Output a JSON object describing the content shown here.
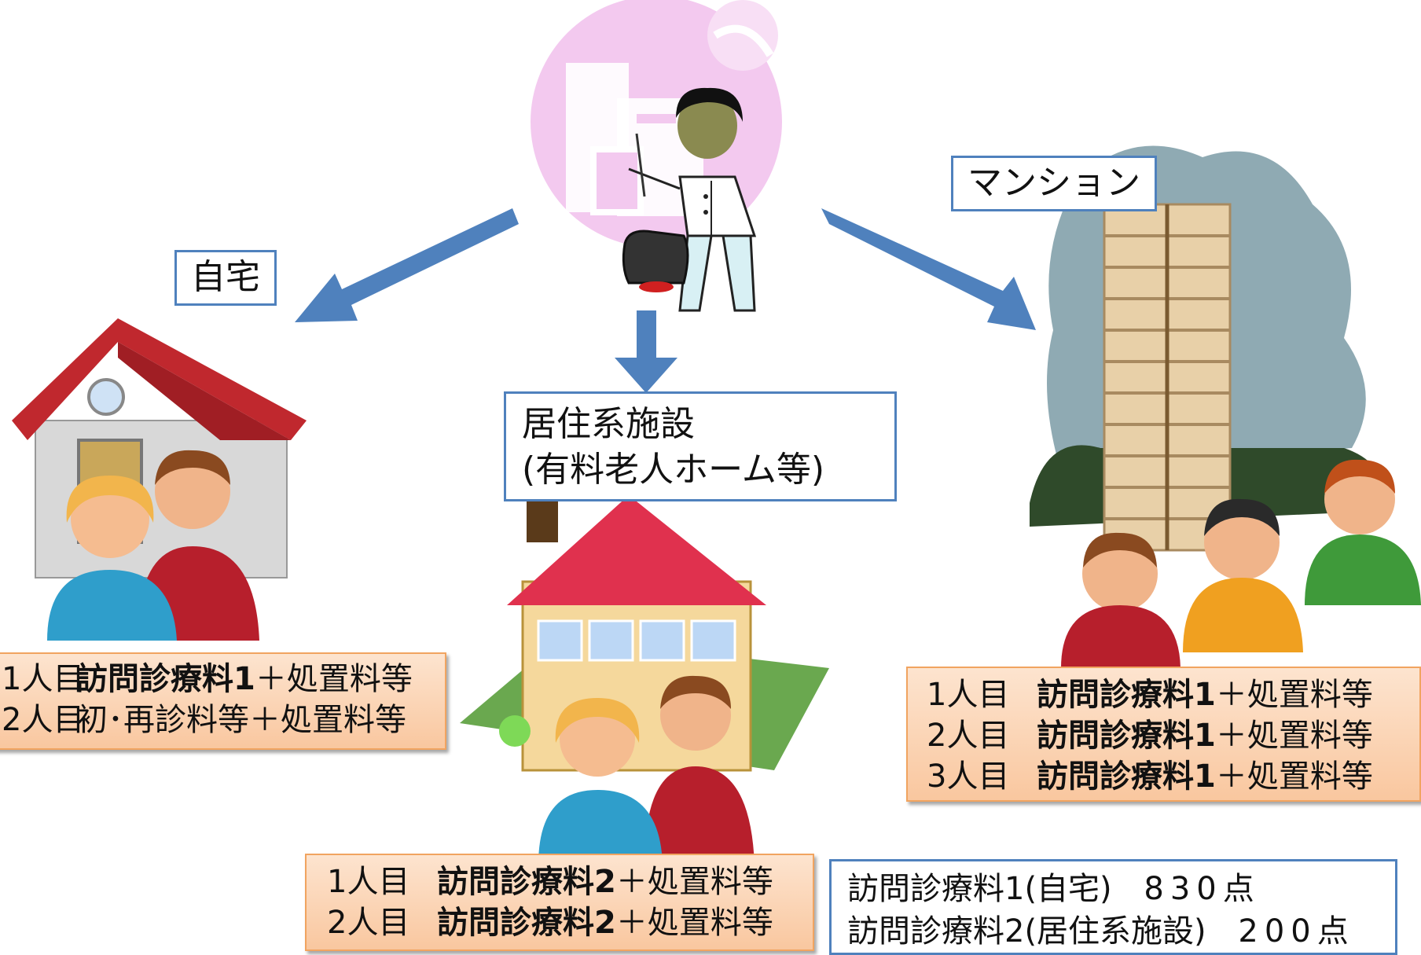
{
  "locations": {
    "home": "自宅",
    "facility": "居住系施設\n(有料老人ホーム等)",
    "facility_line1": "居住系施設",
    "facility_line2": "(有料老人ホーム等)",
    "mansion": "マンション"
  },
  "home_fees": [
    {
      "ordinal": "1人目",
      "fee": "訪問診療料1",
      "rest": "＋処置料等"
    },
    {
      "ordinal": "2人目",
      "fee": "",
      "rest": "初･再診料等＋処置料等"
    }
  ],
  "facility_fees": [
    {
      "ordinal": "1人目",
      "fee": "訪問診療料2",
      "rest": "＋処置料等"
    },
    {
      "ordinal": "2人目",
      "fee": "訪問診療料2",
      "rest": "＋処置料等"
    }
  ],
  "mansion_fees": [
    {
      "ordinal": "1人目",
      "fee": "訪問診療料1",
      "rest": "＋処置料等"
    },
    {
      "ordinal": "2人目",
      "fee": "訪問診療料1",
      "rest": "＋処置料等"
    },
    {
      "ordinal": "3人目",
      "fee": "訪問診療料1",
      "rest": "＋処置料等"
    }
  ],
  "summary": [
    {
      "label": "訪問診療料1(自宅)",
      "points": "830点"
    },
    {
      "label": "訪問診療料2(居住系施設)",
      "points": "200点"
    }
  ],
  "colors": {
    "arrow": "#4f81bd",
    "label_border": "#4f81bd",
    "fee_box": "#fbd3b3"
  }
}
